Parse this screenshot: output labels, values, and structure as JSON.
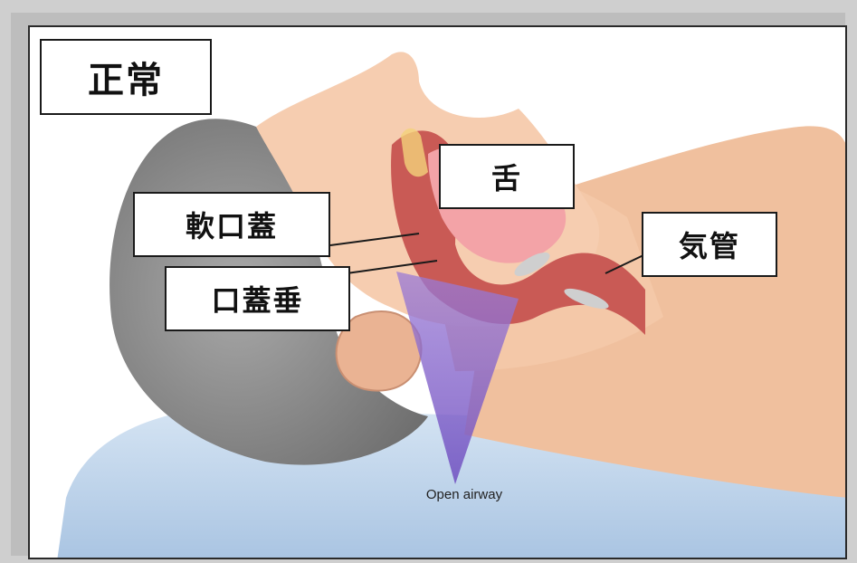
{
  "labels": {
    "normal": "正常",
    "tongue": "舌",
    "soft_palate": "軟口蓋",
    "uvula": "口蓋垂",
    "trachea": "気管"
  },
  "caption": "Open airway",
  "colors": {
    "panel_border": "#2a2a2a",
    "skin": "#f2c4a4",
    "hair": "#8c8c8c",
    "pillow": "#b9d2ea",
    "airway_tissue": "#c95a55",
    "tongue": "#f3a3a7",
    "airway_beam": "#8a63c7"
  }
}
